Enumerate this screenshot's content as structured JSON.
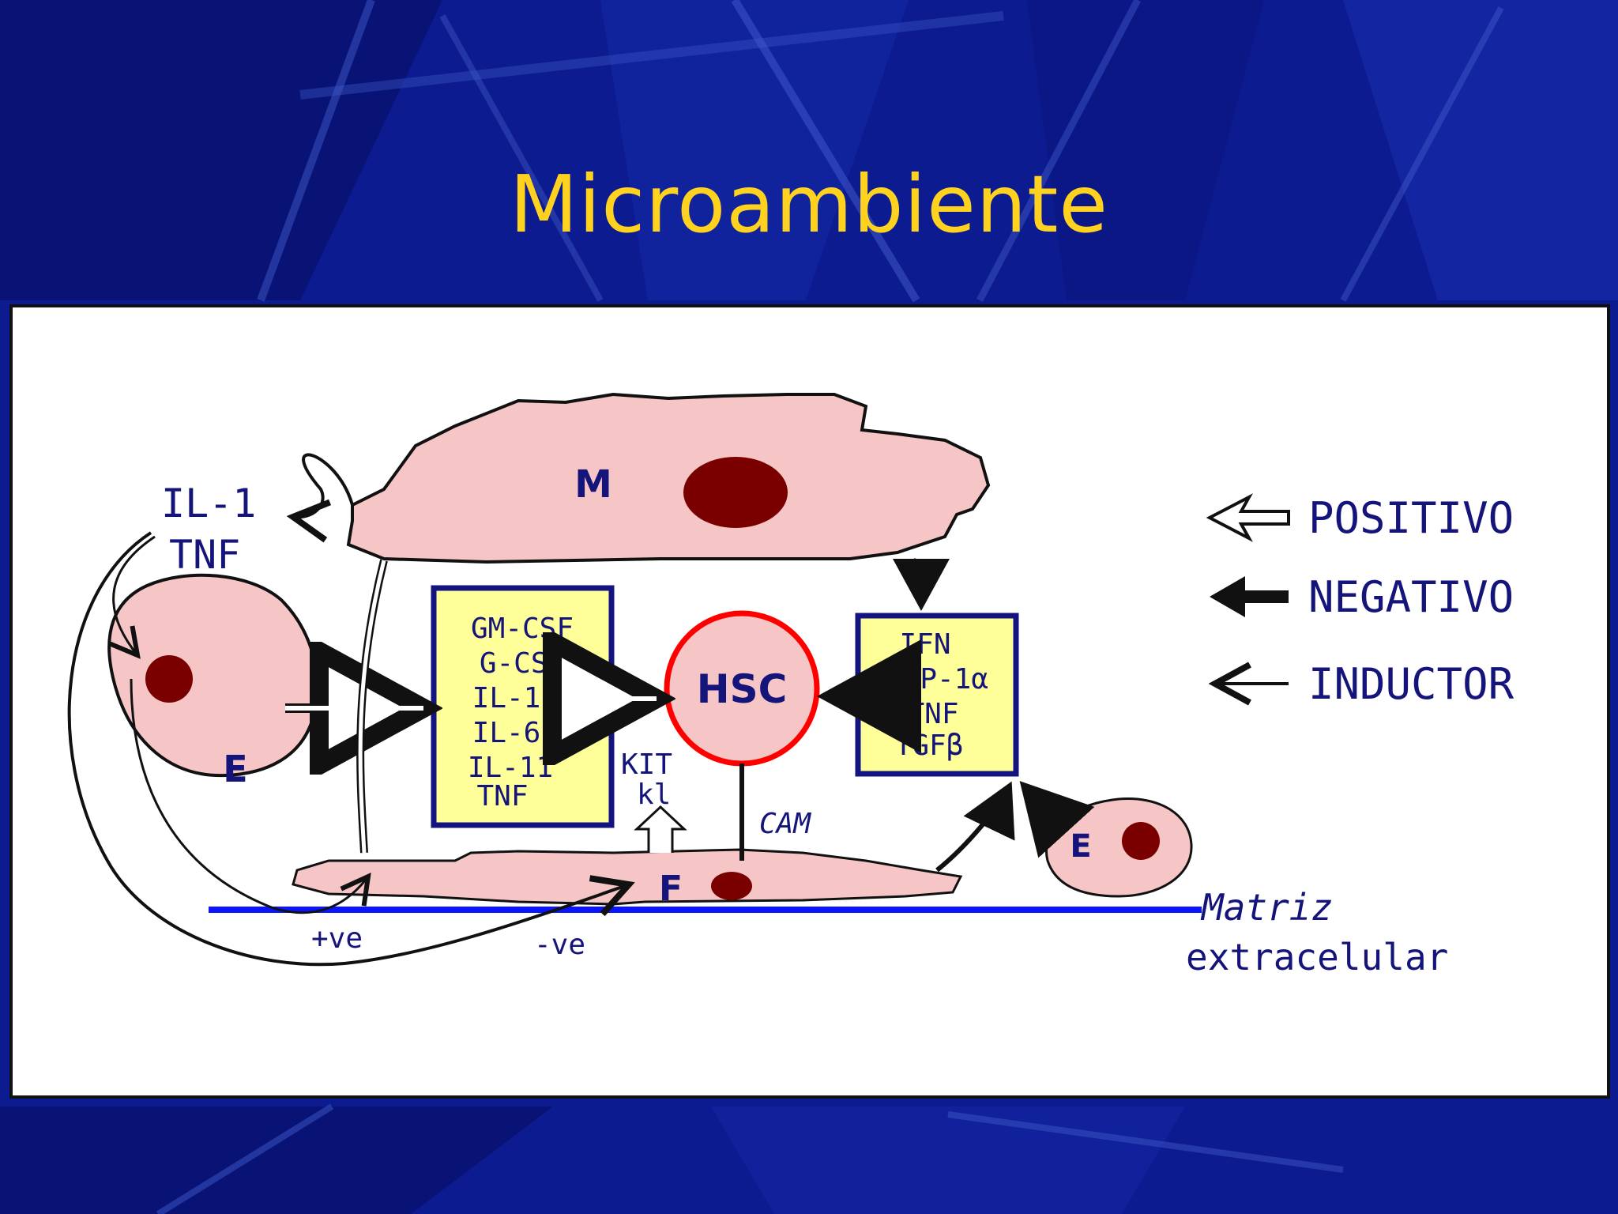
{
  "slide": {
    "title": "Microambiente"
  },
  "diagram": {
    "cells": {
      "macrophage": "M",
      "endothelial_left": "E",
      "endothelial_right": "E",
      "fibroblast": "F",
      "stem_cell": "HSC"
    },
    "signals_top_left": [
      "IL-1",
      "TNF"
    ],
    "positive_box": [
      "GM-CSF",
      "G-CSF",
      "IL-1",
      "IL-6",
      "IL-11",
      "TNF"
    ],
    "negative_box": [
      "IFN",
      "MIP-1α",
      "TNF",
      "TGFβ"
    ],
    "kit_label": [
      "KIT",
      "kl"
    ],
    "cam_label": "CAM",
    "plus_ve": "+ve",
    "minus_ve": "-ve",
    "matrix_label": [
      "Matriz",
      "extracelular"
    ],
    "legend": [
      {
        "kind": "positive",
        "label": "POSITIVO"
      },
      {
        "kind": "negative",
        "label": "NEGATIVO"
      },
      {
        "kind": "inductor",
        "label": "INDUCTOR"
      }
    ],
    "colors": {
      "cell_fill": "#f6c6c6",
      "nucleus": "#7a0000",
      "box_fill": "#ffff99",
      "box_border": "#141480",
      "text_blue": "#14147a",
      "matrix_line": "#0a14ff",
      "hsc_border": "#ff0000"
    }
  }
}
